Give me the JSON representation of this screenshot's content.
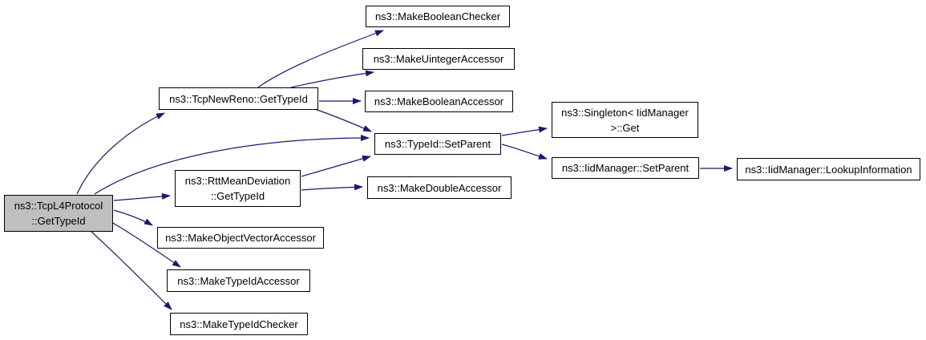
{
  "diagram": {
    "kind": "call-graph",
    "background": "#ffffff",
    "edge_color": "#191970",
    "node_border_color": "#000000",
    "node_fill": "#ffffff",
    "root_fill": "#bfbfbf",
    "nodes": {
      "root": {
        "line1": "ns3::TcpL4Protocol",
        "line2": "::GetTypeId"
      },
      "tcp_new_reno_get_type_id": {
        "line1": "ns3::TcpNewReno::GetTypeId"
      },
      "make_boolean_checker": {
        "line1": "ns3::MakeBooleanChecker"
      },
      "make_uinteger_accessor": {
        "line1": "ns3::MakeUintegerAccessor"
      },
      "make_boolean_accessor": {
        "line1": "ns3::MakeBooleanAccessor"
      },
      "type_id_set_parent": {
        "line1": "ns3::TypeId::SetParent"
      },
      "make_double_accessor": {
        "line1": "ns3::MakeDoubleAccessor"
      },
      "rtt_mean_deviation_get_type_id": {
        "line1": "ns3::RttMeanDeviation",
        "line2": "::GetTypeId"
      },
      "make_object_vector_accessor": {
        "line1": "ns3::MakeObjectVectorAccessor"
      },
      "make_type_id_accessor": {
        "line1": "ns3::MakeTypeIdAccessor"
      },
      "make_type_id_checker": {
        "line1": "ns3::MakeTypeIdChecker"
      },
      "singleton_iid_manager_get": {
        "line1": "ns3::Singleton< IidManager",
        "line2": ">::Get"
      },
      "iid_manager_set_parent": {
        "line1": "ns3::IidManager::SetParent"
      },
      "iid_manager_lookup_information": {
        "line1": "ns3::IidManager::LookupInformation"
      }
    },
    "edges": [
      {
        "from": "root",
        "to": "tcp_new_reno_get_type_id"
      },
      {
        "from": "root",
        "to": "type_id_set_parent"
      },
      {
        "from": "root",
        "to": "rtt_mean_deviation_get_type_id"
      },
      {
        "from": "root",
        "to": "make_object_vector_accessor"
      },
      {
        "from": "root",
        "to": "make_type_id_accessor"
      },
      {
        "from": "root",
        "to": "make_type_id_checker"
      },
      {
        "from": "tcp_new_reno_get_type_id",
        "to": "make_boolean_checker"
      },
      {
        "from": "tcp_new_reno_get_type_id",
        "to": "make_uinteger_accessor"
      },
      {
        "from": "tcp_new_reno_get_type_id",
        "to": "make_boolean_accessor"
      },
      {
        "from": "tcp_new_reno_get_type_id",
        "to": "type_id_set_parent"
      },
      {
        "from": "rtt_mean_deviation_get_type_id",
        "to": "type_id_set_parent"
      },
      {
        "from": "rtt_mean_deviation_get_type_id",
        "to": "make_double_accessor"
      },
      {
        "from": "type_id_set_parent",
        "to": "singleton_iid_manager_get"
      },
      {
        "from": "type_id_set_parent",
        "to": "iid_manager_set_parent"
      },
      {
        "from": "iid_manager_set_parent",
        "to": "iid_manager_lookup_information"
      }
    ]
  }
}
